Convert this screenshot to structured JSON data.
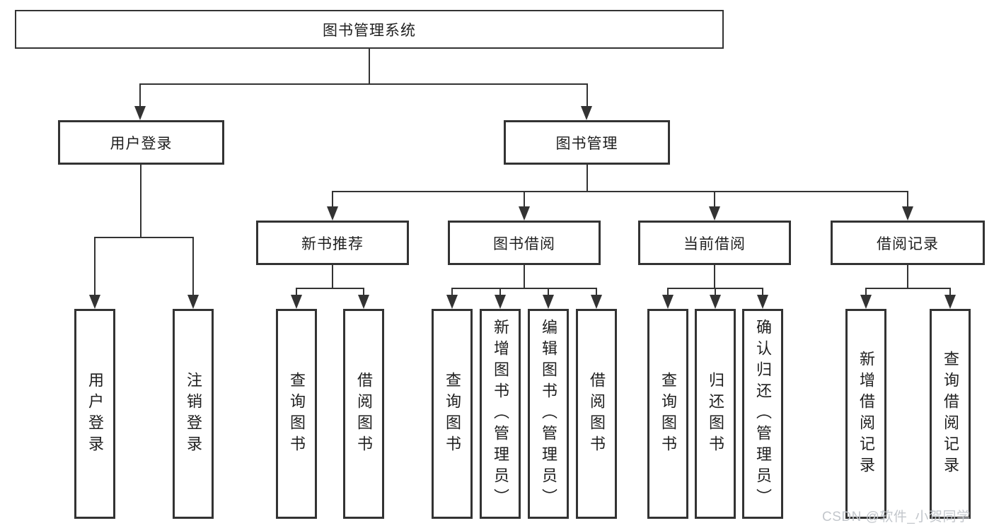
{
  "diagram": {
    "root": {
      "label": "图书管理系统"
    },
    "level2": [
      {
        "label": "用户登录"
      },
      {
        "label": "图书管理"
      }
    ],
    "level3": [
      {
        "label": "新书推荐"
      },
      {
        "label": "图书借阅"
      },
      {
        "label": "当前借阅"
      },
      {
        "label": "借阅记录"
      }
    ],
    "leaves": [
      {
        "label": "用户登录"
      },
      {
        "label": "注销登录"
      },
      {
        "label": "查询图书"
      },
      {
        "label": "借阅图书"
      },
      {
        "label": "查询图书"
      },
      {
        "label": "新增图书（管理员）"
      },
      {
        "label": "编辑图书（管理员）"
      },
      {
        "label": "借阅图书"
      },
      {
        "label": "查询图书"
      },
      {
        "label": "归还图书"
      },
      {
        "label": "确认归还（管理员）"
      },
      {
        "label": "新增借阅记录"
      },
      {
        "label": "查询借阅记录"
      }
    ]
  },
  "watermark": {
    "text": "CSDN @软件_小贺同学"
  },
  "colors": {
    "line": "#333333",
    "border": "#333333",
    "text": "#1f1f1f",
    "watermark": "#c3c7cc",
    "background": "#ffffff"
  }
}
